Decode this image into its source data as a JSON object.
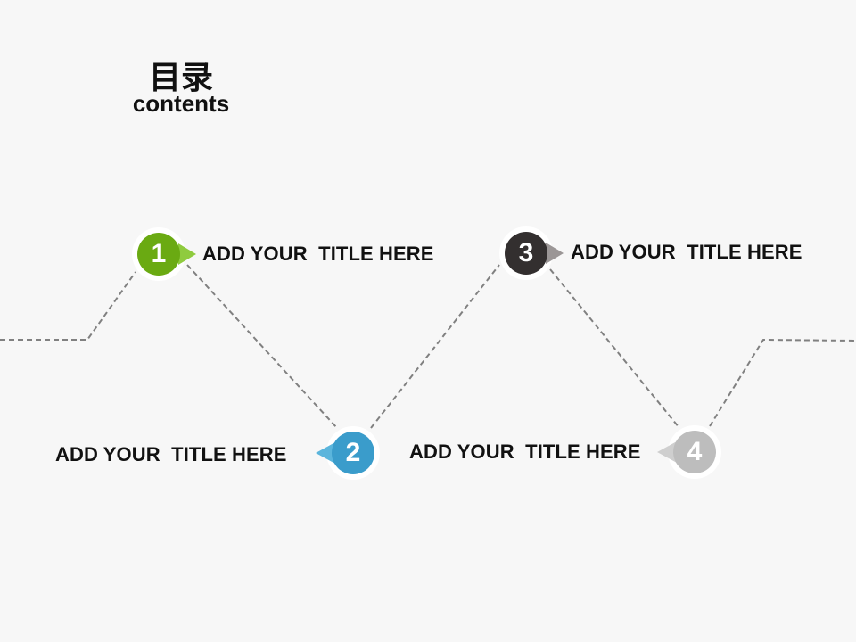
{
  "heading": {
    "cn": "目录",
    "en": "contents"
  },
  "items": [
    {
      "number": "1",
      "label": "ADD YOUR  TITLE HERE",
      "color": "#6aaa12",
      "pointer_color": "#8fcb3e",
      "pointer": "right"
    },
    {
      "number": "2",
      "label": "ADD YOUR  TITLE HERE",
      "color": "#3a9ccb",
      "pointer_color": "#5bb5dc",
      "pointer": "left"
    },
    {
      "number": "3",
      "label": "ADD YOUR  TITLE HERE",
      "color": "#332f2f",
      "pointer_color": "#9b9696",
      "pointer": "right"
    },
    {
      "number": "4",
      "label": "ADD YOUR  TITLE HERE",
      "color": "#bdbdbd",
      "pointer_color": "#cfcfcf",
      "pointer": "left"
    }
  ],
  "colors": {
    "background": "#f7f7f7",
    "dash_line": "#808080"
  }
}
